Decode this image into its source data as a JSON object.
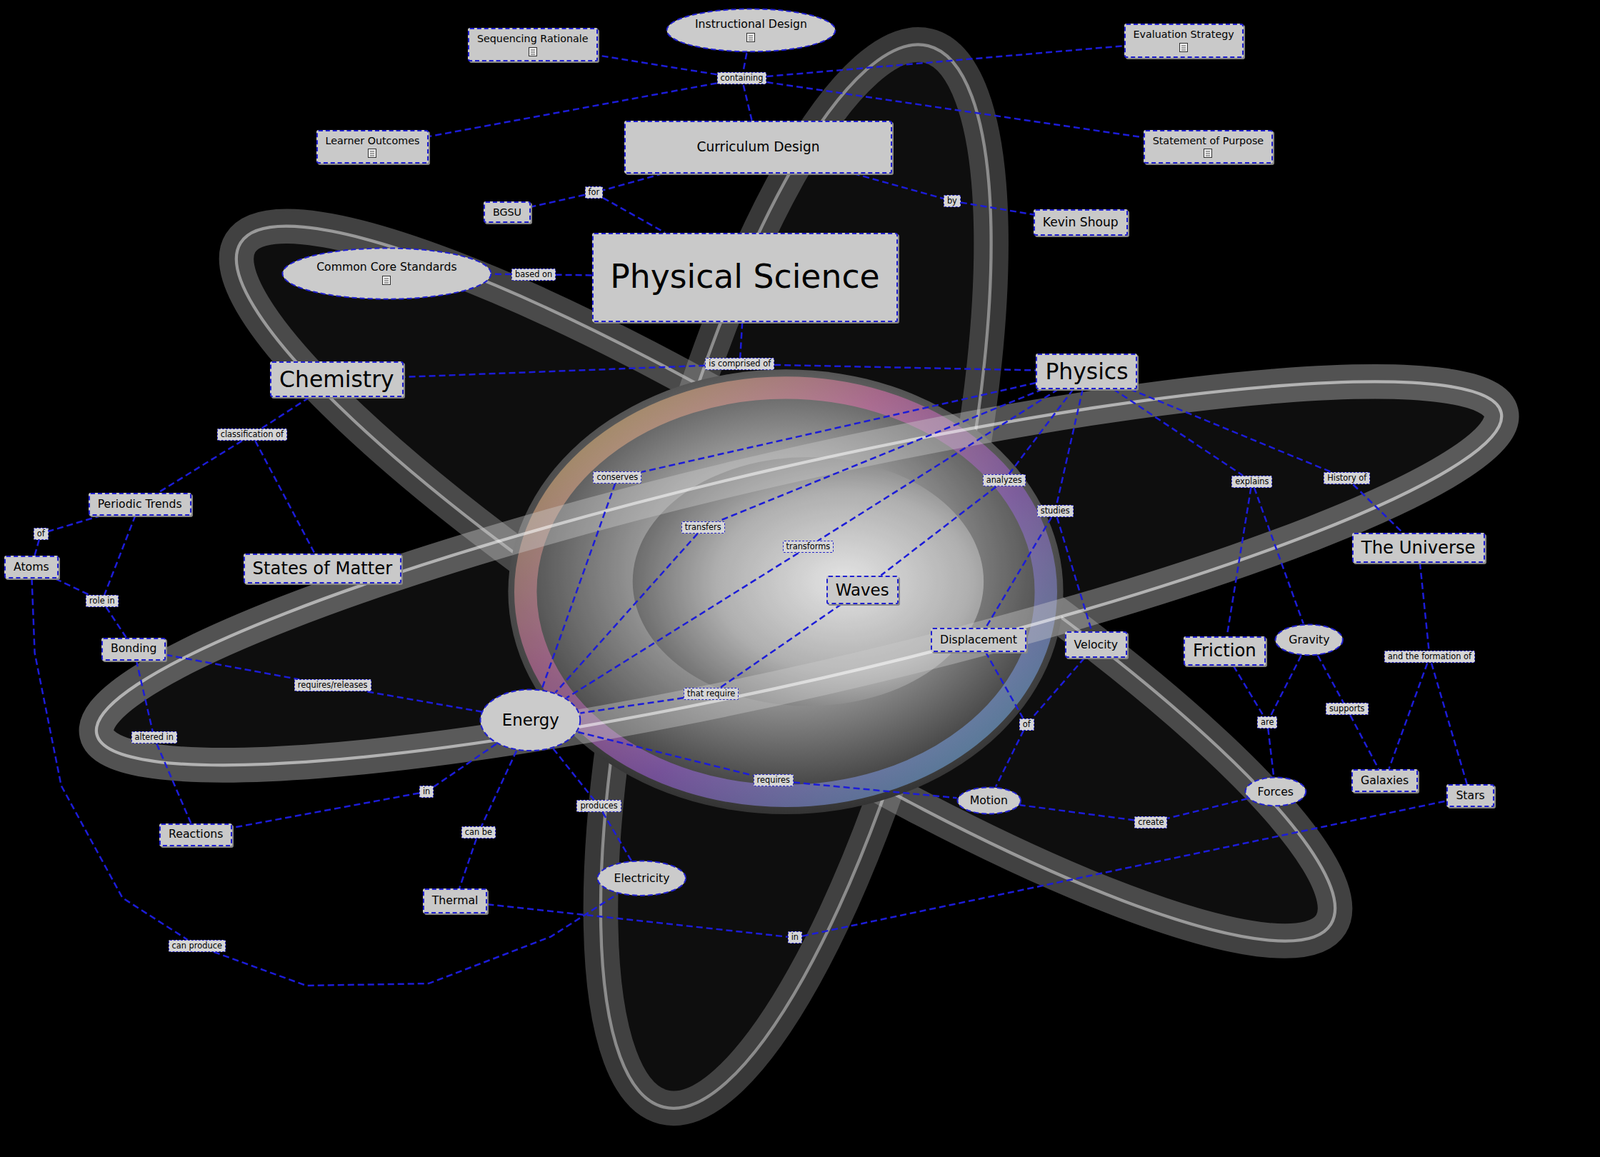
{
  "diagram": {
    "nodes": [
      {
        "text": [
          "Instructional Design"
        ]
      },
      {
        "text": [
          "Sequencing Rationale"
        ]
      },
      {
        "text": [
          "Evaluation Strategy"
        ]
      },
      {
        "text": [
          "containing"
        ]
      },
      {
        "text": [
          "Learner Outcomes"
        ]
      },
      {
        "text": [
          "Curriculum Design"
        ]
      },
      {
        "text": [
          "Statement of Purpose"
        ]
      },
      {
        "text": [
          "for"
        ]
      },
      {
        "text": [
          "by"
        ]
      },
      {
        "text": [
          "BGSU"
        ]
      },
      {
        "text": [
          "Kevin Shoup"
        ]
      },
      {
        "text": [
          "Common Core Standards"
        ]
      },
      {
        "text": [
          "based on"
        ]
      },
      {
        "text": [
          "Physical Science"
        ]
      },
      {
        "text": [
          "is comprised of"
        ]
      },
      {
        "text": [
          "Chemistry"
        ]
      },
      {
        "text": [
          "Physics"
        ]
      },
      {
        "text": [
          "classification of"
        ]
      },
      {
        "text": [
          "conserves"
        ]
      },
      {
        "text": [
          "History of"
        ]
      },
      {
        "text": [
          "analyzes"
        ]
      },
      {
        "text": [
          "explains"
        ]
      },
      {
        "text": [
          "Periodic Trends"
        ]
      },
      {
        "text": [
          "studies"
        ]
      },
      {
        "text": [
          "transfers"
        ]
      },
      {
        "text": [
          "of"
        ]
      },
      {
        "text": [
          "transforms"
        ]
      },
      {
        "text": [
          "The Universe"
        ]
      },
      {
        "text": [
          "Atoms"
        ]
      },
      {
        "text": [
          "States of Matter"
        ]
      },
      {
        "text": [
          "Waves"
        ]
      },
      {
        "text": [
          "role in"
        ]
      },
      {
        "text": [
          "Gravity"
        ]
      },
      {
        "text": [
          "Displacement"
        ]
      },
      {
        "text": [
          "Velocity"
        ]
      },
      {
        "text": [
          "Bonding"
        ]
      },
      {
        "text": [
          "Friction"
        ]
      },
      {
        "text": [
          "and the formation of"
        ]
      },
      {
        "text": [
          "requires/releases"
        ]
      },
      {
        "text": [
          "that require"
        ]
      },
      {
        "text": [
          "supports"
        ]
      },
      {
        "text": [
          "Energy"
        ]
      },
      {
        "text": [
          "are"
        ]
      },
      {
        "text": [
          "of"
        ]
      },
      {
        "text": [
          "altered in"
        ]
      },
      {
        "text": [
          "requires"
        ]
      },
      {
        "text": [
          "Galaxies"
        ]
      },
      {
        "text": [
          "in"
        ]
      },
      {
        "text": [
          "Forces"
        ]
      },
      {
        "text": [
          "Stars"
        ]
      },
      {
        "text": [
          "Motion"
        ]
      },
      {
        "text": [
          "produces"
        ]
      },
      {
        "text": [
          "create"
        ]
      },
      {
        "text": [
          "can be"
        ]
      },
      {
        "text": [
          "Reactions"
        ]
      },
      {
        "text": [
          "Electricity"
        ]
      },
      {
        "text": [
          "Thermal"
        ]
      },
      {
        "text": [
          "in"
        ]
      },
      {
        "text": [
          "can produce"
        ]
      }
    ],
    "edges": [
      {
        "from": 0,
        "to": 3,
        "arrow": "none"
      },
      {
        "from": 5,
        "to": 3,
        "arrow": "none"
      },
      {
        "from": 3,
        "to": 1,
        "arrow": "none"
      },
      {
        "from": 3,
        "to": 2,
        "arrow": "none"
      },
      {
        "from": 3,
        "to": 4,
        "arrow": "none"
      },
      {
        "from": 3,
        "to": 6,
        "arrow": "none"
      },
      {
        "from": 5,
        "to": 7,
        "arrow": "none"
      },
      {
        "from": 7,
        "to": 9,
        "arrow": "none"
      },
      {
        "from": 7,
        "to": 13,
        "arrow": "none"
      },
      {
        "from": 5,
        "to": 8,
        "arrow": "none"
      },
      {
        "from": 8,
        "to": 10,
        "arrow": "none"
      },
      {
        "from": 13,
        "to": 12,
        "arrow": "none"
      },
      {
        "from": 12,
        "to": 11,
        "arrow": "none"
      },
      {
        "from": 13,
        "to": 14,
        "arrow": "none"
      },
      {
        "from": 14,
        "to": 15,
        "arrow": "none"
      },
      {
        "from": 14,
        "to": 16,
        "arrow": "none"
      },
      {
        "from": 15,
        "to": 17,
        "arrow": "none"
      },
      {
        "from": 17,
        "to": 22,
        "arrow": "none"
      },
      {
        "from": 17,
        "to": 29,
        "arrow": "none"
      },
      {
        "from": 22,
        "to": 25,
        "arrow": "none"
      },
      {
        "from": 25,
        "to": 28,
        "arrow": "none"
      },
      {
        "from": 28,
        "to": 31,
        "arrow": "none"
      },
      {
        "from": 22,
        "to": 31,
        "arrow": "none"
      },
      {
        "from": 31,
        "to": 35,
        "arrow": "none"
      },
      {
        "from": 35,
        "to": 44,
        "arrow": "none"
      },
      {
        "from": 44,
        "to": 54,
        "arrow": "none"
      },
      {
        "from": 35,
        "to": 38,
        "arrow": "none"
      },
      {
        "from": 38,
        "to": 41,
        "arrow": "none"
      },
      {
        "from": 28,
        "to": 58,
        "arrow": "none"
      },
      {
        "from": 58,
        "to": 55,
        "arrow": "none"
      },
      {
        "from": 16,
        "to": 18,
        "arrow": "none"
      },
      {
        "from": 18,
        "to": 41,
        "arrow": "none"
      },
      {
        "from": 16,
        "to": 24,
        "arrow": "none"
      },
      {
        "from": 24,
        "to": 41,
        "arrow": "none"
      },
      {
        "from": 16,
        "to": 26,
        "arrow": "none"
      },
      {
        "from": 26,
        "to": 41,
        "arrow": "none"
      },
      {
        "from": 16,
        "to": 20,
        "arrow": "none"
      },
      {
        "from": 20,
        "to": 30,
        "arrow": "none"
      },
      {
        "from": 16,
        "to": 23,
        "arrow": "none"
      },
      {
        "from": 23,
        "to": 33,
        "arrow": "none"
      },
      {
        "from": 23,
        "to": 34,
        "arrow": "none"
      },
      {
        "from": 30,
        "to": 39,
        "arrow": "none"
      },
      {
        "from": 39,
        "to": 41,
        "arrow": "none"
      },
      {
        "from": 33,
        "to": 43,
        "arrow": "none"
      },
      {
        "from": 34,
        "to": 43,
        "arrow": "none"
      },
      {
        "from": 43,
        "to": 50,
        "arrow": "none"
      },
      {
        "from": 16,
        "to": 21,
        "arrow": "none"
      },
      {
        "from": 21,
        "to": 36,
        "arrow": "none"
      },
      {
        "from": 21,
        "to": 32,
        "arrow": "none"
      },
      {
        "from": 16,
        "to": 19,
        "arrow": "none"
      },
      {
        "from": 19,
        "to": 27,
        "arrow": "none"
      },
      {
        "from": 27,
        "to": 37,
        "arrow": "none"
      },
      {
        "from": 37,
        "to": 46,
        "arrow": "none"
      },
      {
        "from": 37,
        "to": 49,
        "arrow": "none"
      },
      {
        "from": 32,
        "to": 40,
        "arrow": "none"
      },
      {
        "from": 40,
        "to": 46,
        "arrow": "none"
      },
      {
        "from": 36,
        "to": 42,
        "arrow": "none"
      },
      {
        "from": 32,
        "to": 42,
        "arrow": "none"
      },
      {
        "from": 42,
        "to": 48,
        "arrow": "none"
      },
      {
        "from": 48,
        "to": 52,
        "arrow": "none"
      },
      {
        "from": 52,
        "to": 50,
        "arrow": "none"
      },
      {
        "from": 41,
        "to": 45,
        "arrow": "none"
      },
      {
        "from": 45,
        "to": 50,
        "arrow": "none"
      },
      {
        "from": 41,
        "to": 47,
        "arrow": "none"
      },
      {
        "from": 47,
        "to": 54,
        "arrow": "none"
      },
      {
        "from": 41,
        "to": 53,
        "arrow": "none"
      },
      {
        "from": 53,
        "to": 56,
        "arrow": "none"
      },
      {
        "from": 41,
        "to": 51,
        "arrow": "none"
      },
      {
        "from": 51,
        "to": 55,
        "arrow": "none"
      },
      {
        "from": 56,
        "to": 57,
        "arrow": "none"
      },
      {
        "from": 57,
        "to": 49,
        "arrow": "none"
      }
    ]
  }
}
